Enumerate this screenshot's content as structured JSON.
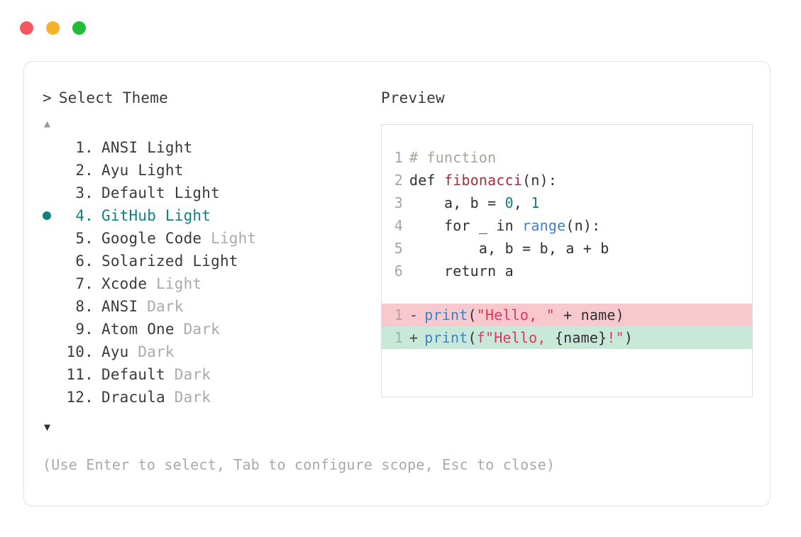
{
  "window": {
    "dots": [
      {
        "name": "close-dot",
        "color": "#f4595e"
      },
      {
        "name": "minimize-dot",
        "color": "#f5b32b"
      },
      {
        "name": "maximize-dot",
        "color": "#22bb3a"
      }
    ]
  },
  "left": {
    "prompt_caret": ">",
    "prompt_title": "Select Theme",
    "scroll_up": "▲",
    "scroll_down": "▼",
    "selected_index": 4,
    "bullet_color": "#10807f",
    "accent_color": "#10807f",
    "items": [
      {
        "num": "1.",
        "name": "ANSI",
        "variant": "Light",
        "variant_muted": false,
        "selected": false
      },
      {
        "num": "2.",
        "name": "Ayu",
        "variant": "Light",
        "variant_muted": false,
        "selected": false
      },
      {
        "num": "3.",
        "name": "Default",
        "variant": "Light",
        "variant_muted": false,
        "selected": false
      },
      {
        "num": "4.",
        "name": "GitHub",
        "variant": "Light",
        "variant_muted": false,
        "selected": true
      },
      {
        "num": "5.",
        "name": "Google Code",
        "variant": "Light",
        "variant_muted": true,
        "selected": false
      },
      {
        "num": "6.",
        "name": "Solarized",
        "variant": "Light",
        "variant_muted": false,
        "selected": false
      },
      {
        "num": "7.",
        "name": "Xcode",
        "variant": "Light",
        "variant_muted": true,
        "selected": false
      },
      {
        "num": "8.",
        "name": "ANSI",
        "variant": "Dark",
        "variant_muted": true,
        "selected": false
      },
      {
        "num": "9.",
        "name": "Atom One",
        "variant": "Dark",
        "variant_muted": true,
        "selected": false
      },
      {
        "num": "10.",
        "name": "Ayu",
        "variant": "Dark",
        "variant_muted": true,
        "selected": false
      },
      {
        "num": "11.",
        "name": "Default",
        "variant": "Dark",
        "variant_muted": true,
        "selected": false
      },
      {
        "num": "12.",
        "name": "Dracula",
        "variant": "Dark",
        "variant_muted": true,
        "selected": false
      }
    ],
    "hint": "(Use Enter to select, Tab to configure scope, Esc to close)"
  },
  "right": {
    "preview_label": "Preview",
    "code_lines": [
      {
        "ln": "1",
        "tokens": [
          {
            "t": "# function",
            "c": "comment"
          }
        ]
      },
      {
        "ln": "2",
        "tokens": [
          {
            "t": "def ",
            "c": "kw"
          },
          {
            "t": "fibonacci",
            "c": "fn"
          },
          {
            "t": "(n):",
            "c": "punct"
          }
        ]
      },
      {
        "ln": "3",
        "tokens": [
          {
            "t": "    a, b = ",
            "c": "plain"
          },
          {
            "t": "0",
            "c": "num"
          },
          {
            "t": ", ",
            "c": "plain"
          },
          {
            "t": "1",
            "c": "num"
          }
        ]
      },
      {
        "ln": "4",
        "tokens": [
          {
            "t": "    for _ in ",
            "c": "plain"
          },
          {
            "t": "range",
            "c": "builtin"
          },
          {
            "t": "(n):",
            "c": "punct"
          }
        ]
      },
      {
        "ln": "5",
        "tokens": [
          {
            "t": "        a, b = b, a + b",
            "c": "plain"
          }
        ]
      },
      {
        "ln": "6",
        "tokens": [
          {
            "t": "    return a",
            "c": "plain"
          }
        ]
      }
    ],
    "diff_lines": [
      {
        "ln": "1",
        "sign": "-",
        "kind": "del",
        "bg": "#f7c8ce",
        "tokens": [
          {
            "t": "print",
            "c": "builtin"
          },
          {
            "t": "(",
            "c": "punct"
          },
          {
            "t": "\"Hello, \"",
            "c": "str"
          },
          {
            "t": " + name)",
            "c": "plain"
          }
        ]
      },
      {
        "ln": "1",
        "sign": "+",
        "kind": "add",
        "bg": "#c8e9d9",
        "tokens": [
          {
            "t": "print",
            "c": "builtin"
          },
          {
            "t": "(",
            "c": "punct"
          },
          {
            "t": "f\"Hello, ",
            "c": "str"
          },
          {
            "t": "{name}",
            "c": "plain"
          },
          {
            "t": "!\"",
            "c": "str"
          },
          {
            "t": ")",
            "c": "punct"
          }
        ]
      }
    ]
  }
}
